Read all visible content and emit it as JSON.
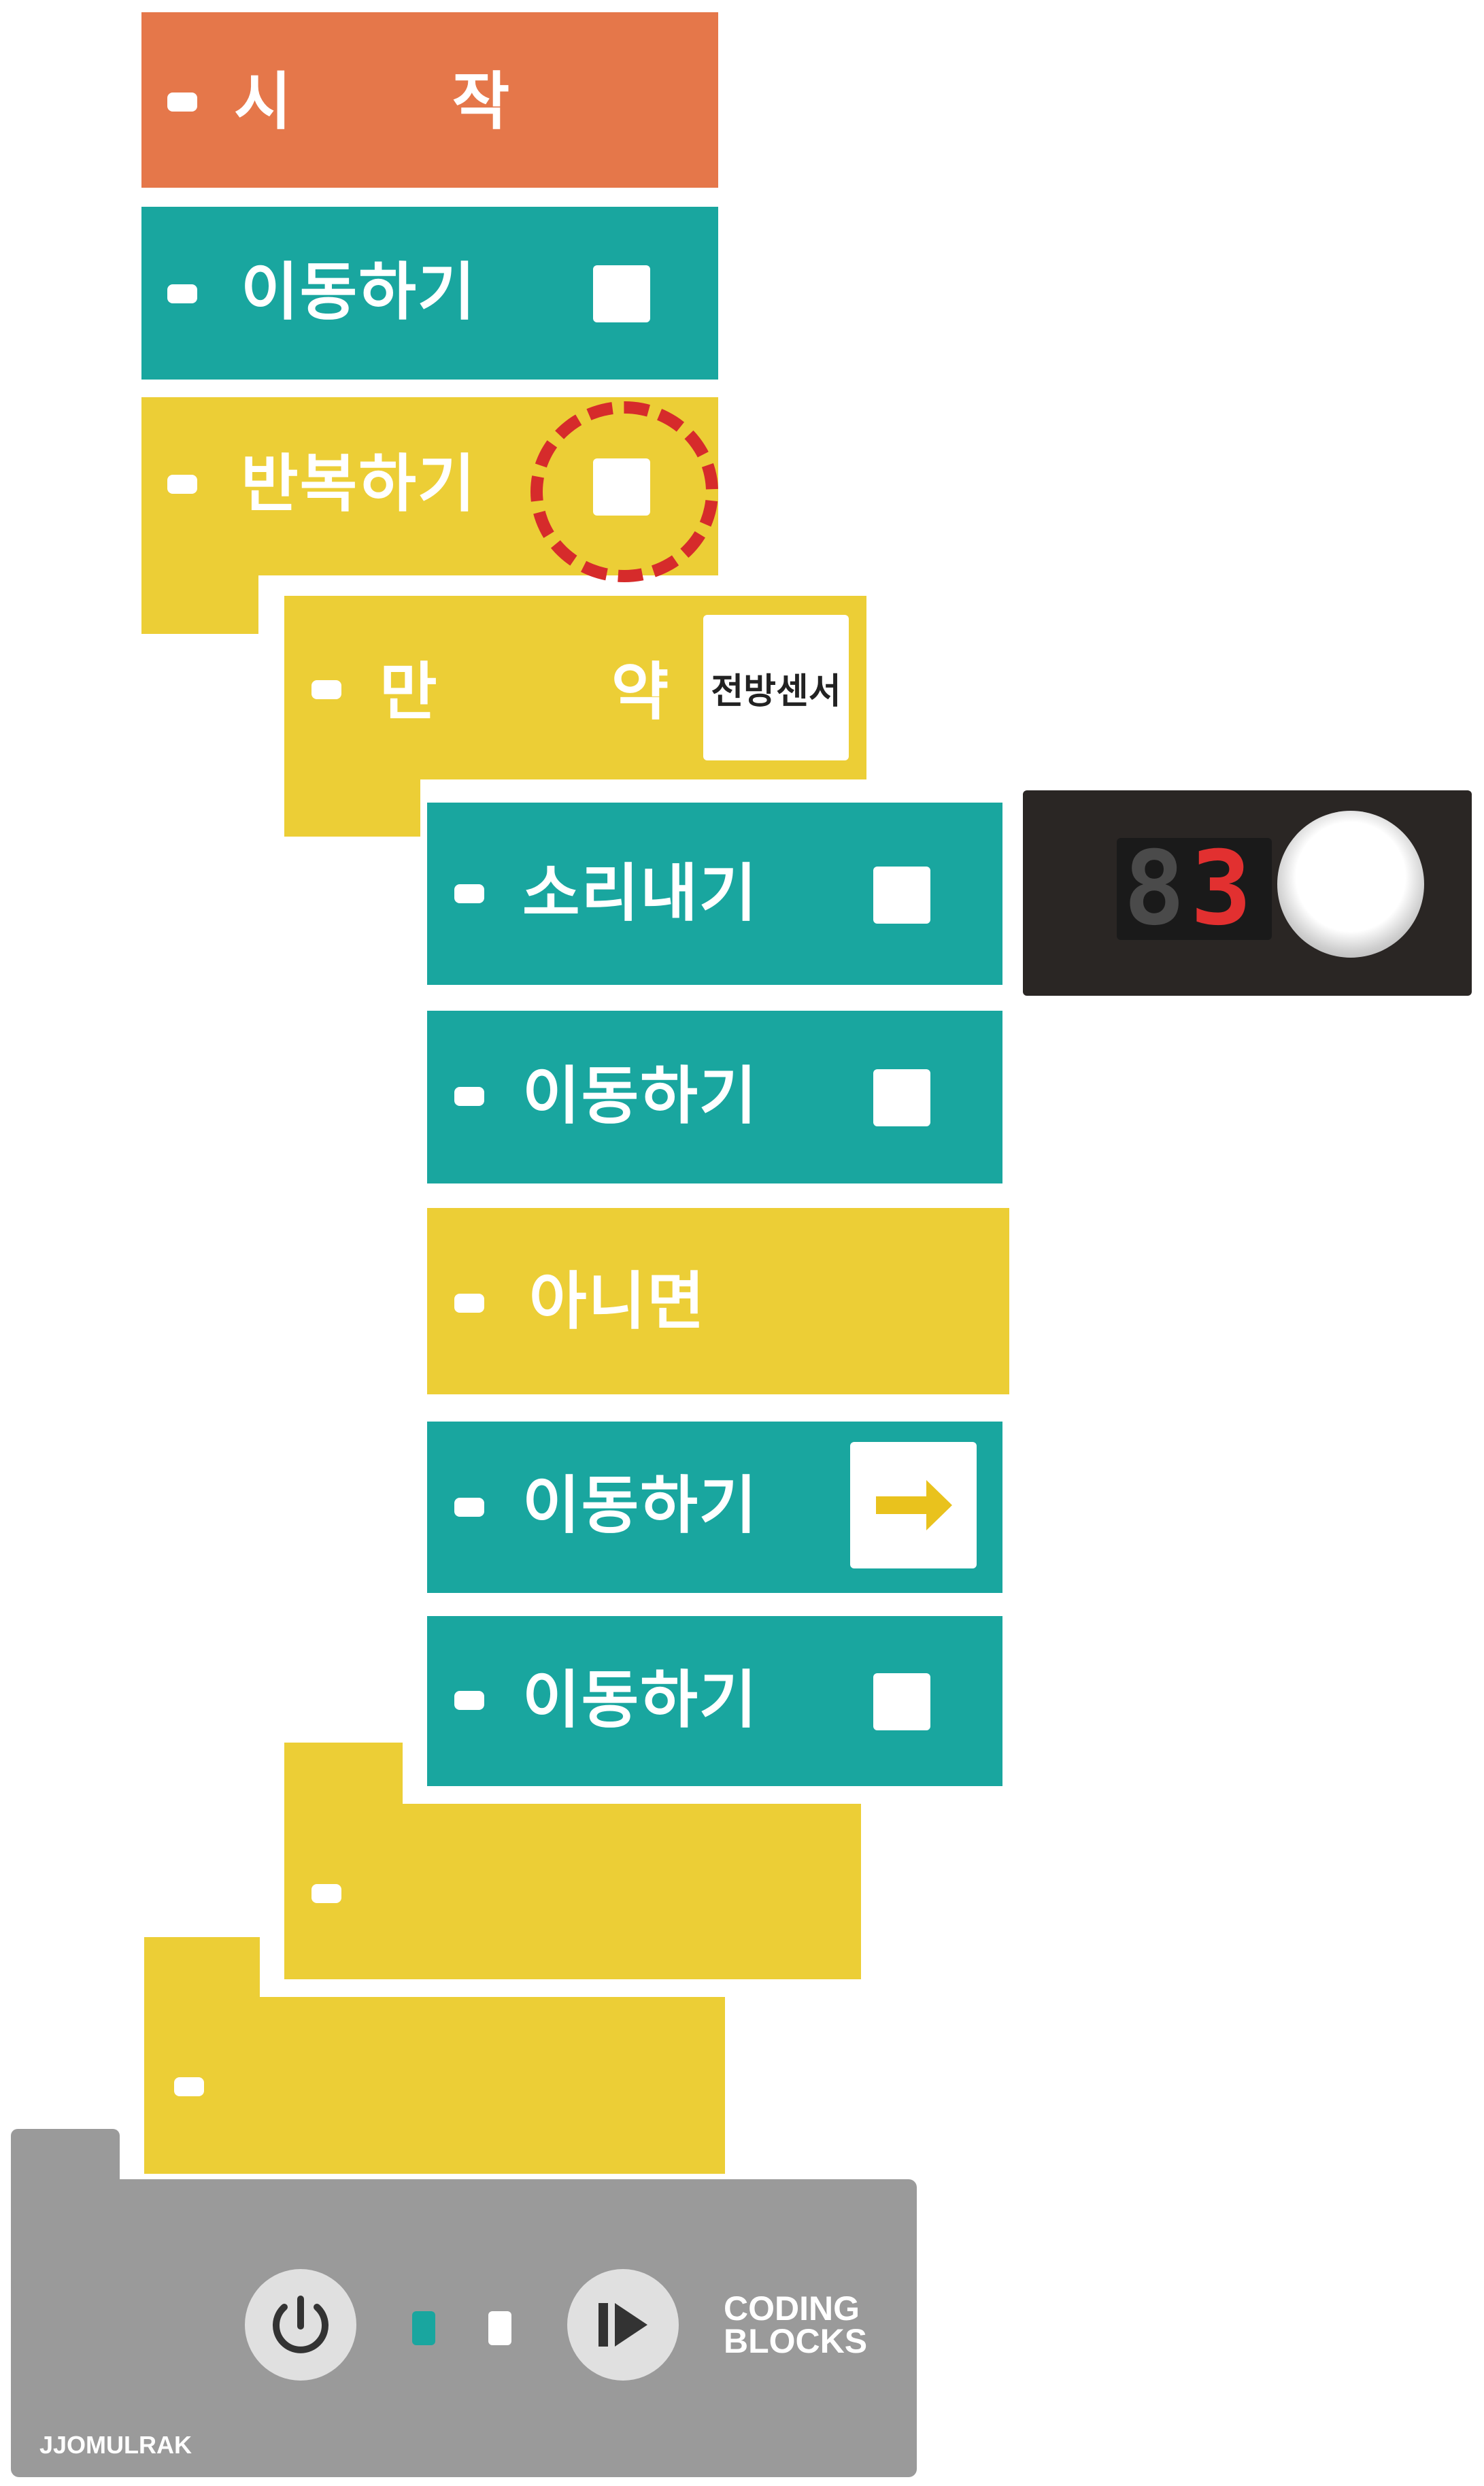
{
  "blocks": {
    "start": "시 작",
    "move1": "이동하기",
    "repeat": "반복하기",
    "if": "만 약",
    "if_sensor": "전방센서",
    "sound": "소리내기",
    "move2": "이동하기",
    "else": "아니면",
    "move3": "이동하기",
    "move4": "이동하기"
  },
  "display": {
    "digits": "8",
    "value": "3"
  },
  "controller": {
    "brand": "JJOMULRAK",
    "product_line1": "CODING",
    "product_line2": "BLOCKS"
  },
  "icons": [
    "power-icon",
    "play-icon",
    "right-arrow-icon"
  ],
  "colors": {
    "orange": "#e5774a",
    "teal": "#19a69f",
    "yellow": "#ecce36",
    "gray": "#9a9a9a",
    "highlight": "#d62b2b"
  }
}
